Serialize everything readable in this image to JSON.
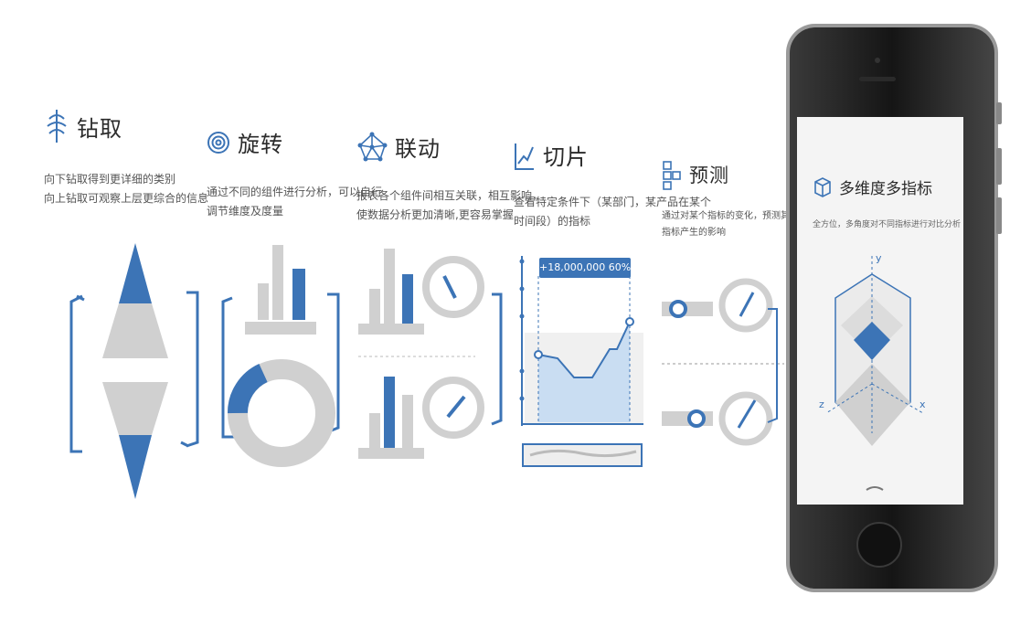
{
  "features": [
    {
      "title": "钻取",
      "icon": "drill-icon",
      "desc": [
        "向下钻取得到更详细的类别",
        "向上钻取可观察上层更综合的信息"
      ]
    },
    {
      "title": "旋转",
      "icon": "rotate-icon",
      "desc": [
        "通过不同的组件进行分析，可以自行",
        "调节维度及度量"
      ]
    },
    {
      "title": "联动",
      "icon": "network-icon",
      "desc": [
        "报表各个组件间相互关联，相互影响，",
        "使数据分析更加清晰,更容易掌握"
      ]
    },
    {
      "title": "切片",
      "icon": "slice-chart-icon",
      "desc": [
        "查看特定条件下（某部门，某产品在某个",
        "时间段）的指标"
      ]
    },
    {
      "title": "预测",
      "icon": "forecast-icon",
      "desc": [
        "通过对某个指标的变化，预测其对其他",
        "指标产生的影响"
      ]
    }
  ],
  "slice_badge": "+18,000,000  60%",
  "phone_screen": {
    "title": "多维度多指标",
    "icon": "cube-icon",
    "desc": "全方位，多角度对不同指标进行对比分析",
    "axes": {
      "y": "y",
      "z": "z",
      "x": "x"
    }
  },
  "colors": {
    "accent": "#3c74b6",
    "gray": "#c9c9c9",
    "light_blue": "#c9ddf2"
  }
}
